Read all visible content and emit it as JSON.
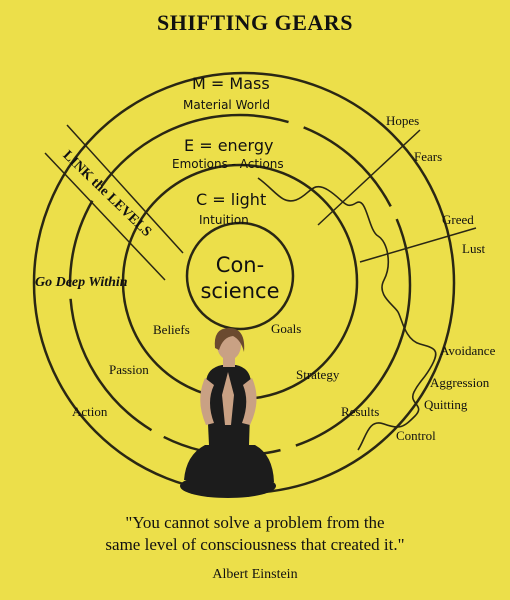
{
  "title": "SHIFTING GEARS",
  "rings": {
    "mass": {
      "formula": "M = Mass",
      "caption": "Material World"
    },
    "energy": {
      "formula": "E = energy",
      "caption": "Emotions - Actions"
    },
    "light": {
      "formula": "C = light",
      "caption": "Intuition"
    }
  },
  "core": {
    "line1": "Con-",
    "line2": "science"
  },
  "diagonal_label": "LINK the LEVELS",
  "deep_label": "Go Deep Within",
  "inner_labels": {
    "beliefs": "Beliefs",
    "goals": "Goals",
    "passion": "Passion",
    "strategy": "Strategy",
    "action": "Action",
    "results": "Results"
  },
  "outer_labels": {
    "hopes": "Hopes",
    "fears": "Fears",
    "greed": "Greed",
    "lust": "Lust",
    "avoidance": "Avoidance",
    "aggression": "Aggression",
    "quitting": "Quitting",
    "control": "Control"
  },
  "quote": {
    "line1": "\"You cannot solve a problem from the",
    "line2": "same level of consciousness that created it.\""
  },
  "author": "Albert Einstein",
  "colors": {
    "background": "#ecdf4a",
    "ink": "#1a1a10",
    "skin": "#c9a184",
    "clothing": "#1c1c1c"
  }
}
